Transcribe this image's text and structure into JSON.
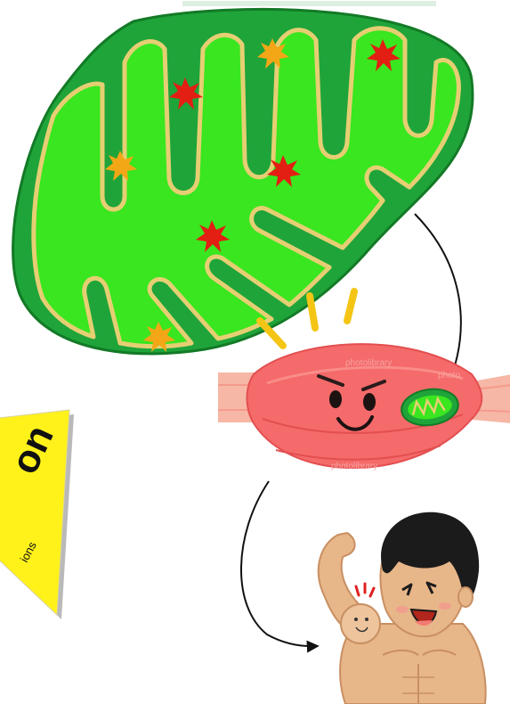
{
  "banner": {
    "title_fragment": "on",
    "subtitle_fragment": "ions"
  },
  "watermarks": {
    "muscle_top": "photolibrary",
    "muscle_bottom": "photolibrary",
    "muscle_right": "photo"
  },
  "colors": {
    "mito_outer": "#1fa43a",
    "mito_inner": "#39e61f",
    "mito_membrane": "#e6cf73",
    "spark_red": "#e31e13",
    "spark_orange": "#f3a716",
    "muscle": "#f56a6a",
    "muscle_light": "#f98c88",
    "tendon": "#f6b7a6",
    "banner_yellow": "#fff21a",
    "skin": "#e7b689",
    "hair": "#1b1b1b"
  },
  "icons": [
    "mitochondrion-icon",
    "muscle-icon",
    "flexing-man-icon",
    "curved-arrow-icon"
  ]
}
